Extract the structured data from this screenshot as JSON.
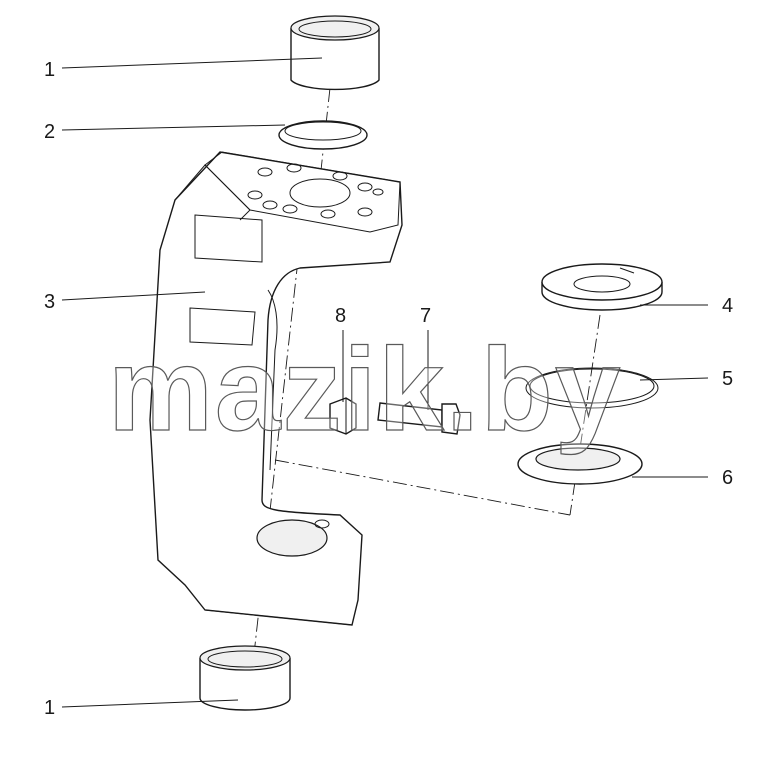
{
  "callouts": {
    "bushing_top": "1",
    "seal_ring": "2",
    "knuckle_body": "3",
    "thrust_washer": "4",
    "o_ring": "5",
    "shim_washer": "6",
    "bolt": "7",
    "nut": "8",
    "bushing_bottom": "1"
  },
  "watermark": "mazik.by"
}
